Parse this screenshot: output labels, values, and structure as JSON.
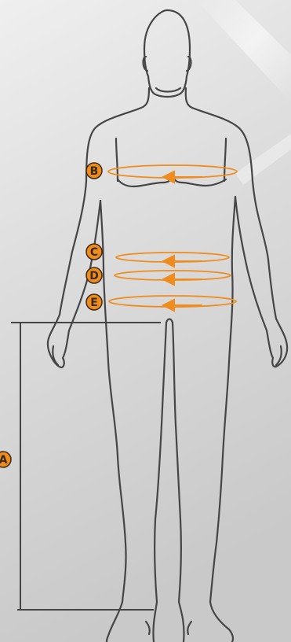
{
  "colors": {
    "background_light": "#f1f1f1",
    "background_mid": "#d9d9d9",
    "background_dark": "#c6c6c6",
    "outline": "#454545",
    "accent": "#f08c1e",
    "marker_text": "#3a2a12"
  },
  "markers": [
    {
      "id": "A",
      "label": "A"
    },
    {
      "id": "B",
      "label": "B"
    },
    {
      "id": "C",
      "label": "C"
    },
    {
      "id": "D",
      "label": "D"
    },
    {
      "id": "E",
      "label": "E"
    }
  ]
}
